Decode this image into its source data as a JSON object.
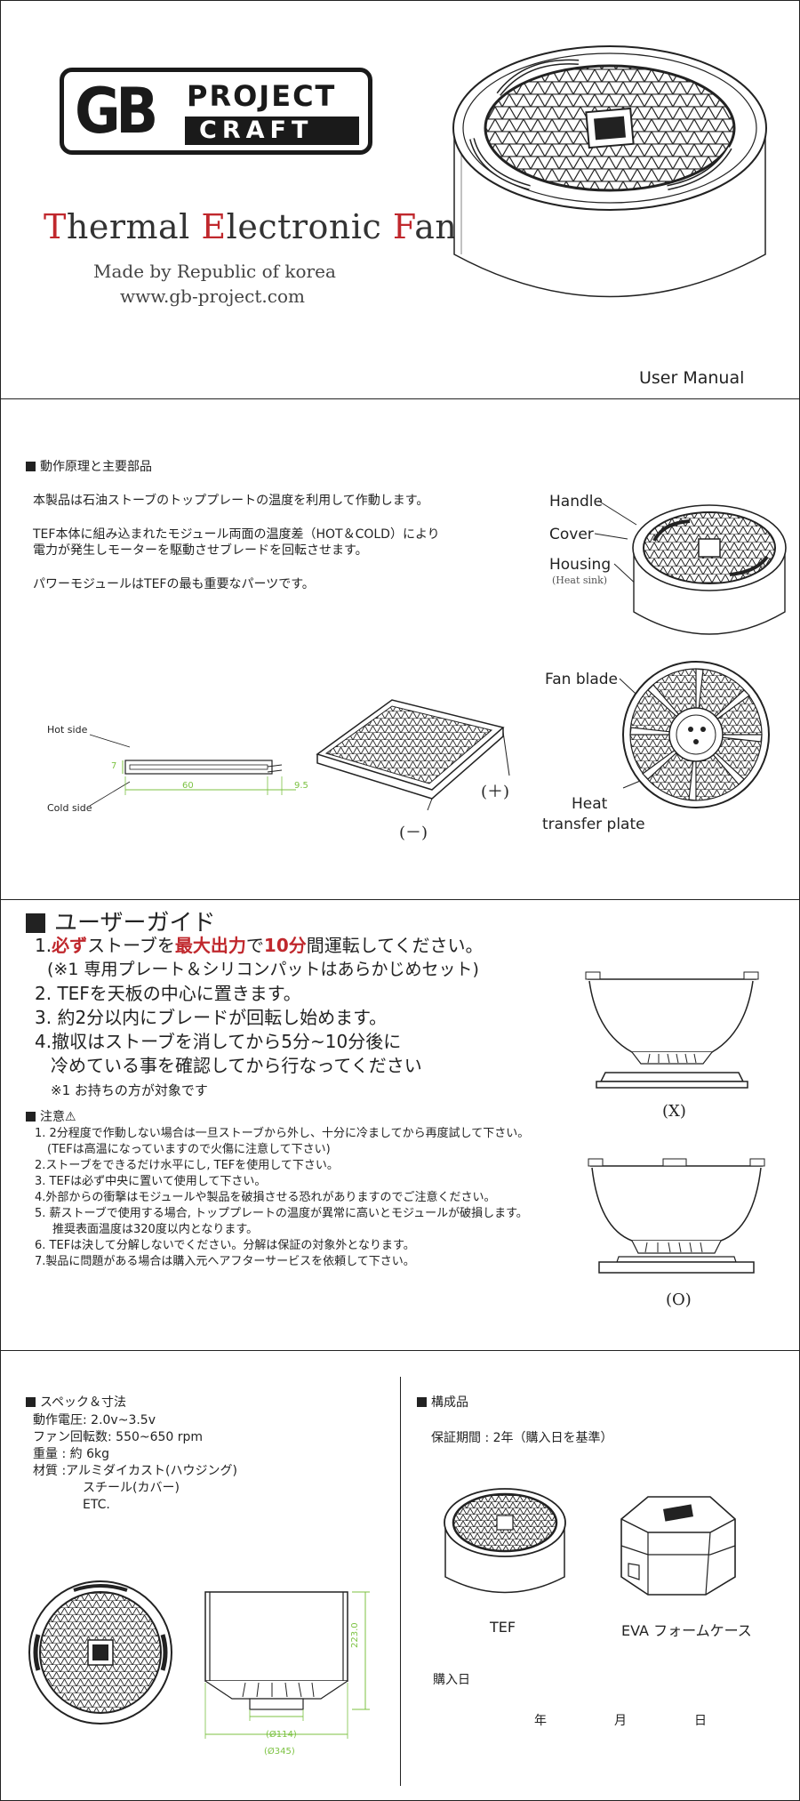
{
  "header": {
    "logo_letters": "GB",
    "logo_project": "PROJECT",
    "logo_craft": "CRAFT",
    "title_T": "T",
    "title_hermal": "hermal ",
    "title_E": "E",
    "title_lectronic": "lectronic ",
    "title_F": "F",
    "title_an": "an",
    "made_by": "Made by Republic of korea",
    "website": "www.gb-project.com",
    "user_manual": "User Manual",
    "title_accent_color": "#c0282d"
  },
  "principle": {
    "heading": "動作原理と主要部品",
    "p1": "本製品は石油ストーブのトッププレートの温度を利用して作動します。",
    "p2_line1": "TEF本体に組み込まれたモジュール両面の温度差（HOT＆COLD）により",
    "p2_line2": "電力が発生しモーターを駆動させブレードを回転させます。",
    "p3": "パワーモジュールはTEFの最も重要なパーツです。",
    "label_handle": "Handle",
    "label_cover": "Cover",
    "label_housing": "Housing",
    "label_heatsink": "(Heat sink)",
    "label_fanblade": "Fan blade",
    "label_heat": "Heat",
    "label_transfer": "transfer plate",
    "hot_side": "Hot side",
    "cold_side": "Cold side",
    "dim_7": "7",
    "dim_60": "60",
    "dim_95": "9.5",
    "plus": "(＋)",
    "minus": "(－)"
  },
  "guide": {
    "heading": "ユーザーガイド",
    "s1_pre": "1.",
    "s1_red1": "必ず",
    "s1_mid": "ストーブを",
    "s1_red2": "最大出力",
    "s1_mid2": "で",
    "s1_red3": "10分",
    "s1_post": "間運転してください。",
    "s1_note": "(※1 専用プレート＆シリコンパットはあらかじめセット)",
    "s2": "2. TEFを天板の中心に置きます。",
    "s3": "3. 約2分以内にブレードが回転し始めます。",
    "s4_line1": "4.撤収はストーブを消してから5分~10分後に",
    "s4_line2": "冷めている事を確認してから行なってください",
    "s4_note": "※1 お持ちの方が対象です",
    "caution_heading": "注意⚠",
    "c1": "1. 2分程度で作動しない場合は一旦ストーブから外し、十分に冷ましてから再度試して下さい。",
    "c1b": "(TEFは高温になっていますので火傷に注意して下さい)",
    "c2": "2.ストーブをできるだけ水平にし, TEFを使用して下さい。",
    "c3": "3. TEFは必ず中央に置いて使用して下さい。",
    "c4": "4.外部からの衝撃はモジュールや製品を破損させる恐れがありますのでご注意ください。",
    "c5": "5. 薪ストーブで使用する場合, トッププレートの温度が異常に高いとモジュールが破損します。",
    "c5b": "推奨表面温度は320度以内となります。",
    "c6": "6. TEFは決して分解しないでください。分解は保証の対象外となります。",
    "c7": "7.製品に問題がある場合は購入元へアフターサービスを依頼して下さい。",
    "label_x": "(X)",
    "label_o": "(O)"
  },
  "spec": {
    "heading": "スペック＆寸法",
    "voltage": "動作電圧: 2.0v~3.5v",
    "rpm": "ファン回転数: 550~650 rpm",
    "weight": "重量 : 約 6kg",
    "material1": "材質 :アルミダイカスト(ハウジング)",
    "material2": "スチール(カバー)",
    "material3": "ETC.",
    "dim_height": "223.0",
    "dim_114": "(Ø114)",
    "dim_345": "(Ø345)",
    "dim_color": "#7cc242"
  },
  "contents": {
    "heading": "構成品",
    "warranty": "保証期間 : 2年（購入日を基準）",
    "tef": "TEF",
    "case": "EVA フォームケース",
    "purchase_date": "購入日",
    "year": "年",
    "month": "月",
    "day": "日"
  }
}
